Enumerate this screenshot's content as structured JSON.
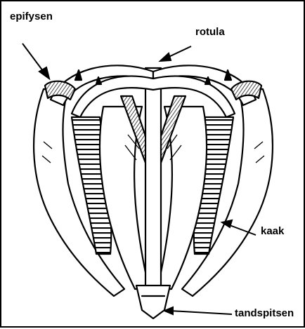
{
  "labels": {
    "epifysen": "epifysen",
    "rotula": "rotula",
    "kaak": "kaak",
    "tandspitsen": "tandspitsen"
  },
  "colors": {
    "ink": "#000000",
    "paper": "#ffffff",
    "shade": "#1a1a1a"
  }
}
